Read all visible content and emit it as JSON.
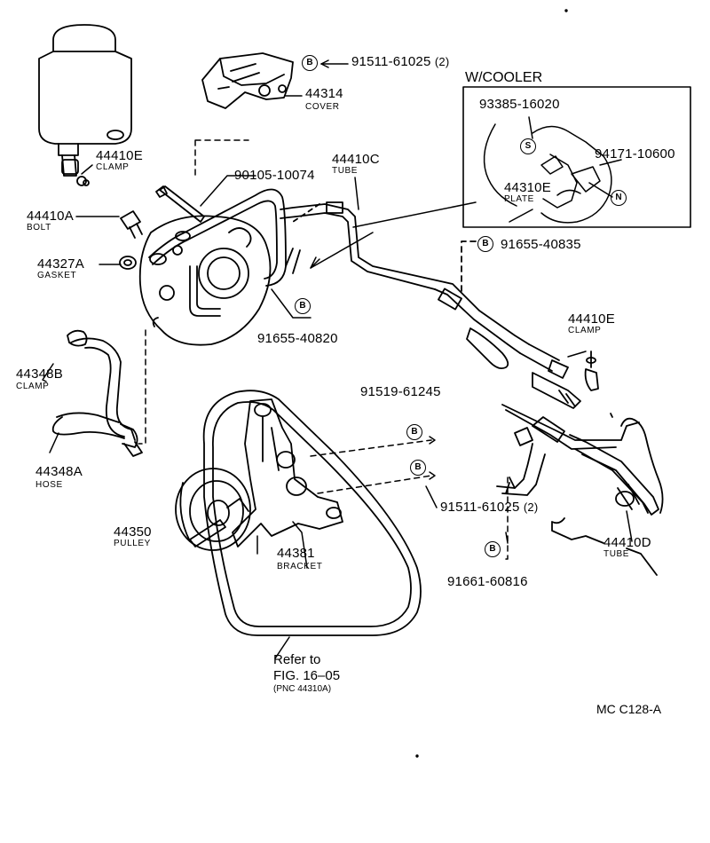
{
  "parts": {
    "p44314": {
      "number": "44314",
      "name": "COVER"
    },
    "p91511_top": {
      "number": "91511-61025",
      "qty": "(2)",
      "marker": "B"
    },
    "p44410E_left": {
      "number": "44410E",
      "name": "CLAMP"
    },
    "p90105": {
      "number": "90105-10074"
    },
    "p44410C": {
      "number": "44410C",
      "name": "TUBE"
    },
    "p44410A": {
      "number": "44410A",
      "name": "BOLT"
    },
    "p44327A": {
      "number": "44327A",
      "name": "GASKET"
    },
    "p91655_40820": {
      "number": "91655-40820",
      "marker": "B"
    },
    "p91655_40835": {
      "number": "91655-40835",
      "marker": "B"
    },
    "p44410E_right": {
      "number": "44410E",
      "name": "CLAMP"
    },
    "p44348B": {
      "number": "44348B",
      "name": "CLAMP"
    },
    "p44348A": {
      "number": "44348A",
      "name": "HOSE"
    },
    "p91519": {
      "number": "91519-61245",
      "marker": "B"
    },
    "p91511_mid": {
      "number": "91511-61025",
      "qty": "(2)",
      "marker": "B"
    },
    "p44350": {
      "number": "44350",
      "name": "PULLEY"
    },
    "p44381": {
      "number": "44381",
      "name": "BRACKET"
    },
    "p91661": {
      "number": "91661-60816",
      "marker": "B"
    },
    "p44410D": {
      "number": "44410D",
      "name": "TUBE"
    }
  },
  "cooler": {
    "title": "W/COOLER",
    "p93385": {
      "number": "93385-16020",
      "marker": "S"
    },
    "p94171": {
      "number": "94171-10600",
      "marker": "N"
    },
    "p44310E": {
      "number": "44310E",
      "name": "PLATE"
    }
  },
  "refer": {
    "line1": "Refer to",
    "line2": "FIG. 16–05",
    "line3": "(PNC 44310A)"
  },
  "code": "MC C128-A"
}
